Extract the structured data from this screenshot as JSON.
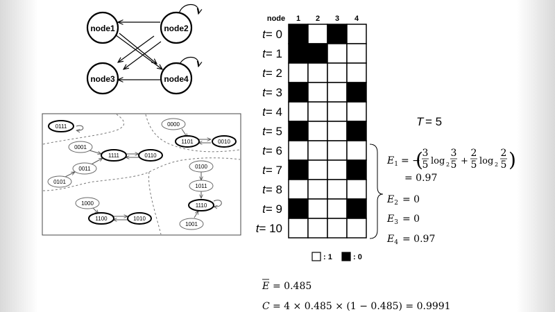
{
  "network": {
    "nodes": [
      "node1",
      "node2",
      "node3",
      "node4"
    ]
  },
  "state_graph": {
    "states": [
      "0111",
      "0000",
      "1101",
      "0010",
      "0001",
      "1111",
      "0110",
      "0011",
      "0101",
      "0100",
      "1011",
      "1110",
      "1000",
      "1100",
      "1010",
      "1001"
    ]
  },
  "grid": {
    "header": "node",
    "columns": [
      "1",
      "2",
      "3",
      "4"
    ],
    "rows": [
      {
        "t": "0",
        "cells": [
          0,
          1,
          0,
          1
        ]
      },
      {
        "t": "1",
        "cells": [
          0,
          0,
          1,
          1
        ]
      },
      {
        "t": "2",
        "cells": [
          1,
          1,
          1,
          1
        ]
      },
      {
        "t": "3",
        "cells": [
          0,
          1,
          1,
          0
        ]
      },
      {
        "t": "4",
        "cells": [
          1,
          1,
          1,
          1
        ]
      },
      {
        "t": "5",
        "cells": [
          0,
          1,
          1,
          0
        ]
      },
      {
        "t": "6",
        "cells": [
          1,
          1,
          1,
          1
        ]
      },
      {
        "t": "7",
        "cells": [
          0,
          1,
          1,
          0
        ]
      },
      {
        "t": "8",
        "cells": [
          1,
          1,
          1,
          1
        ]
      },
      {
        "t": "9",
        "cells": [
          0,
          1,
          1,
          0
        ]
      },
      {
        "t": "10",
        "cells": [
          1,
          1,
          1,
          1
        ]
      }
    ],
    "legend_white": ": 1",
    "legend_black": ": 0"
  },
  "equations": {
    "T": "5",
    "E1_value": "= 0.97",
    "E2": "= 0",
    "E3": "= 0",
    "E4": "= 0.97",
    "Ebar": "= 0.485",
    "C": "= 4 × 0.485 × (1 − 0.485) = 0.9991"
  }
}
